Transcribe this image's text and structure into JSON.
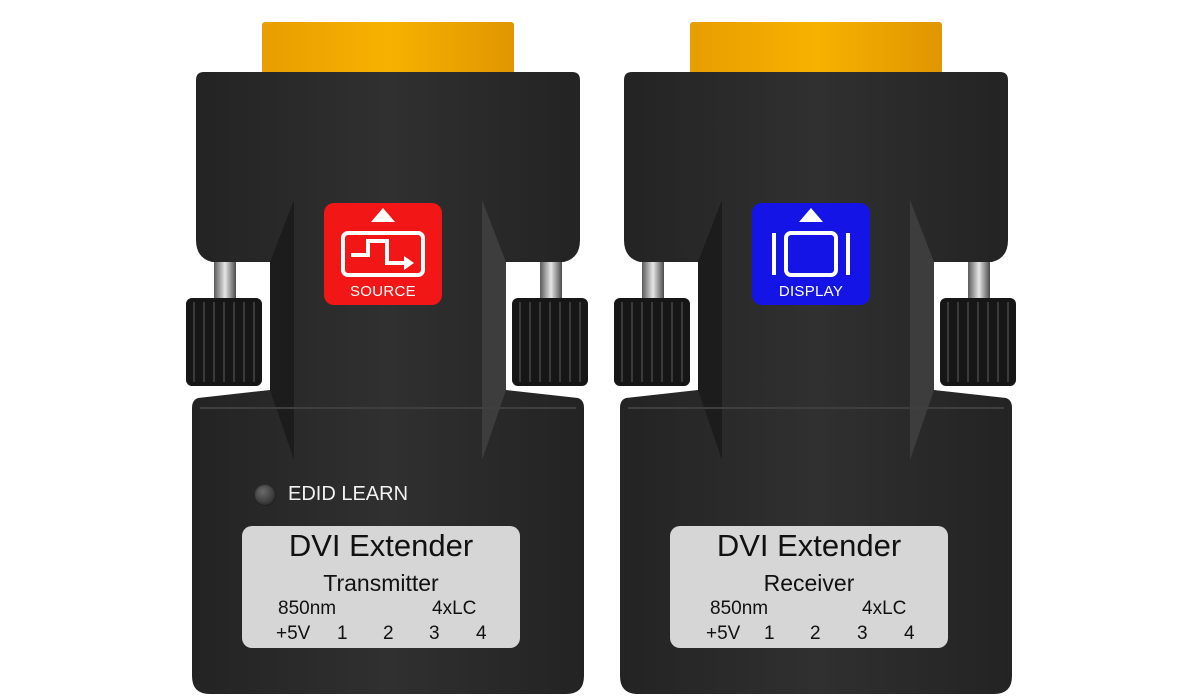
{
  "devices": [
    {
      "type": "transmitter",
      "badge_color": "#f21616",
      "badge_icon": "source-icon",
      "badge_label": "SOURCE",
      "edid_label": "EDID LEARN",
      "product": "DVI Extender",
      "role": "Transmitter",
      "wavelength": "850nm",
      "connector": "4xLC",
      "pins": [
        "+5V",
        "1",
        "2",
        "3",
        "4"
      ]
    },
    {
      "type": "receiver",
      "badge_color": "#1414e6",
      "badge_icon": "display-icon",
      "badge_label": "DISPLAY",
      "product": "DVI Extender",
      "role": "Receiver",
      "wavelength": "850nm",
      "connector": "4xLC",
      "pins": [
        "+5V",
        "1",
        "2",
        "3",
        "4"
      ]
    }
  ],
  "colors": {
    "housing": "#2b2b2b",
    "connector_gold": "#f5a800",
    "label_plate": "#d6d6d6"
  }
}
